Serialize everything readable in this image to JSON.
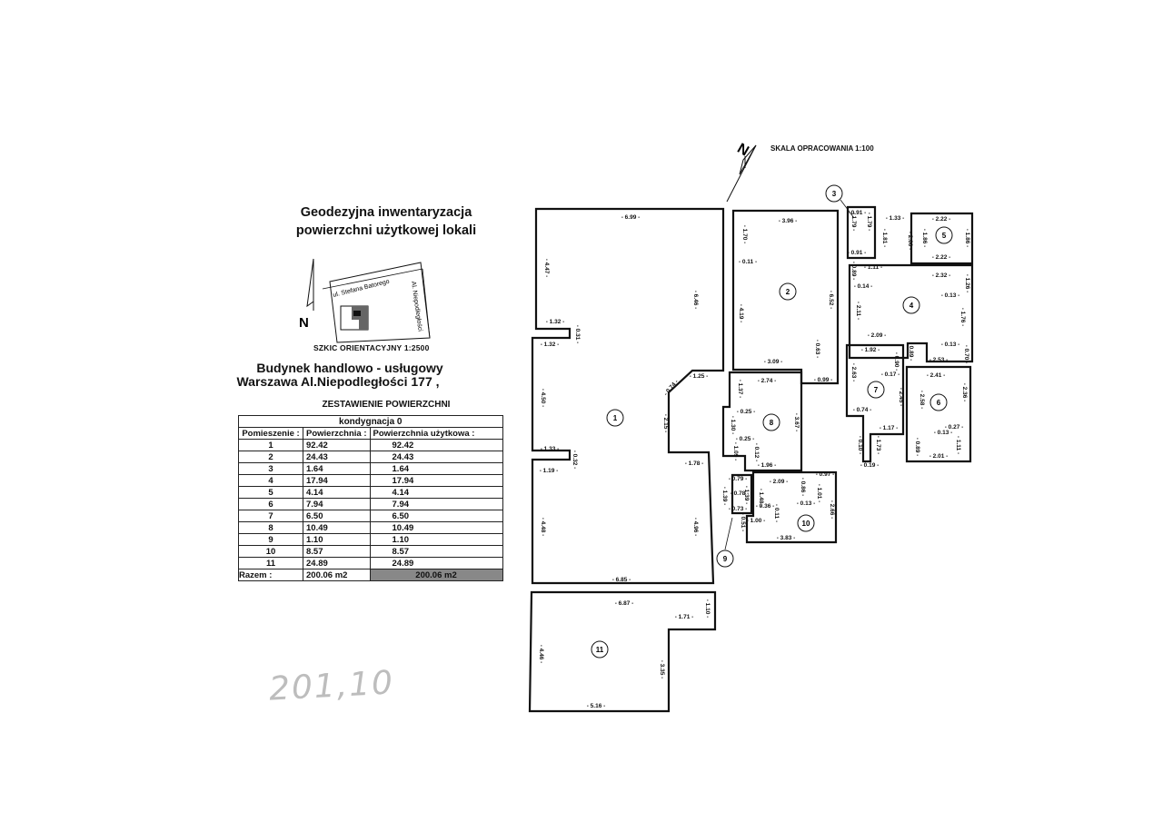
{
  "header": {
    "title_line1": "Geodezyjna inwentaryzacja",
    "title_line2": "powierzchni użytkowej lokali"
  },
  "sketch": {
    "north": "N",
    "street1": "ul. Stefana Batorego",
    "street2": "Al. Niepodległości",
    "caption": "SZKIC ORIENTACYJNY 1:2500"
  },
  "building": {
    "line1": "Budynek handlowo - usługowy",
    "line2": "Warszawa Al.Niepodległości 177 ,"
  },
  "summary": {
    "heading": "ZESTAWIENIE POWIERZCHNI",
    "level": "kondygnacja 0",
    "columns": [
      "Pomieszenie :",
      "Powierzchnia :",
      "Powierzchnia użytkowa :"
    ],
    "rows": [
      [
        "1",
        "92.42",
        "92.42"
      ],
      [
        "2",
        "24.43",
        "24.43"
      ],
      [
        "3",
        "1.64",
        "1.64"
      ],
      [
        "4",
        "17.94",
        "17.94"
      ],
      [
        "5",
        "4.14",
        "4.14"
      ],
      [
        "6",
        "7.94",
        "7.94"
      ],
      [
        "7",
        "6.50",
        "6.50"
      ],
      [
        "8",
        "10.49",
        "10.49"
      ],
      [
        "9",
        "1.10",
        "1.10"
      ],
      [
        "10",
        "8.57",
        "8.57"
      ],
      [
        "11",
        "24.89",
        "24.89"
      ]
    ],
    "total_label": "Razem :",
    "total_area": "200.06 m2",
    "total_usable": "200.06 m2"
  },
  "plan": {
    "north": "N",
    "scale": "SKALA OPRACOWANIA 1:100",
    "rooms": [
      "1",
      "2",
      "3",
      "4",
      "5",
      "6",
      "7",
      "8",
      "9",
      "10",
      "11"
    ],
    "dimensions": [
      "6.99",
      "4.47",
      "6.46",
      "1.32",
      "0.31",
      "1.32",
      "4.50",
      "0.74",
      "1.25",
      "2.15",
      "1.33",
      "0.32",
      "1.19",
      "1.78",
      "4.48",
      "4.96",
      "6.85",
      "3.96",
      "1.70",
      "0.11",
      "4.19",
      "6.52",
      "3.09",
      "0.63",
      "0.99",
      "0.91",
      "1.79",
      "1.79",
      "0.91",
      "1.33",
      "1.81",
      "2.00",
      "2.22",
      "1.86",
      "1.86",
      "2.22",
      "0.89",
      "1.11",
      "2.32",
      "1.26",
      "0.14",
      "0.13",
      "2.11",
      "1.76",
      "2.09",
      "0.13",
      "2.53",
      "0.70",
      "1.92",
      "0.90",
      "0.89",
      "2.41",
      "0.17",
      "2.63",
      "2.45",
      "2.58",
      "2.36",
      "0.27",
      "0.74",
      "1.17",
      "0.13",
      "1.11",
      "0.89",
      "2.01",
      "1.73",
      "0.19",
      "0.10",
      "2.74",
      "1.37",
      "0.25",
      "3.67",
      "1.30",
      "0.25",
      "1.09",
      "0.12",
      "1.96",
      "0.79",
      "1.48",
      "2.09",
      "0.86",
      "0.97",
      "1.39",
      "0.78",
      "1.39",
      "0.36",
      "0.11",
      "1.01",
      "0.13",
      "2.66",
      "0.73",
      "1.00",
      "0.51",
      "3.83",
      "6.87",
      "1.10",
      "1.71",
      "4.46",
      "3.35",
      "5.16"
    ]
  },
  "annotation": {
    "handwritten": "201,10"
  }
}
